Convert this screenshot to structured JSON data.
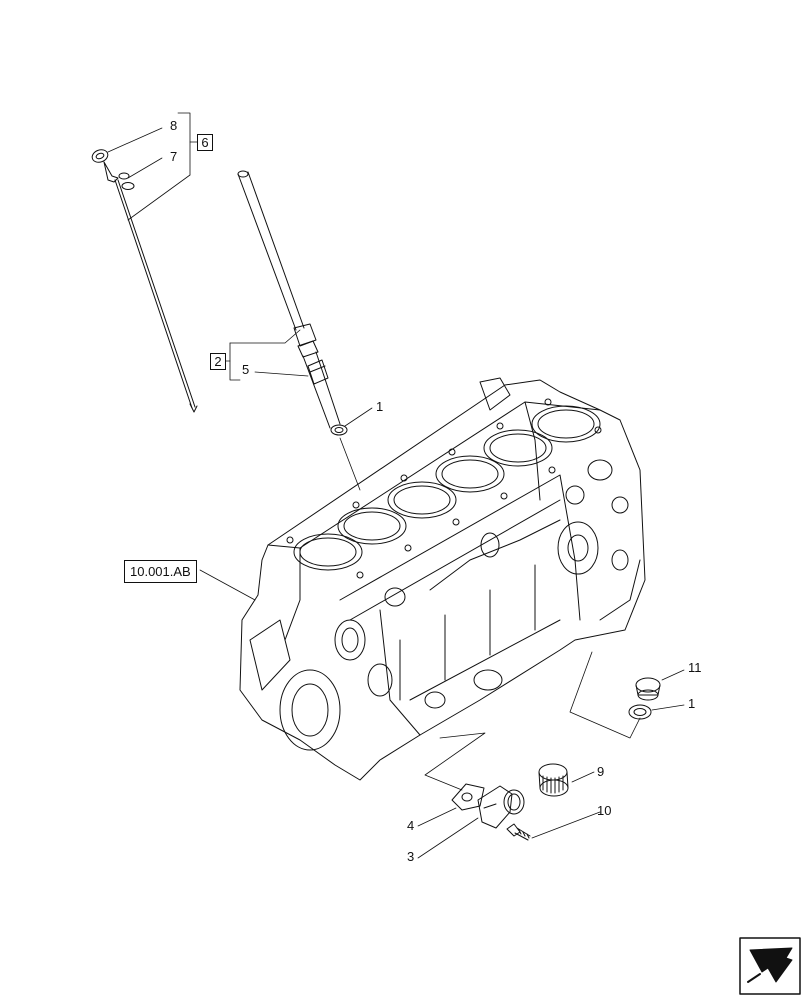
{
  "callouts": {
    "c8": "8",
    "c7": "7",
    "c6": "6",
    "c2": "2",
    "c5": "5",
    "c1_top": "1",
    "c11": "11",
    "c1_right": "1",
    "c9": "9",
    "c10": "10",
    "c4": "4",
    "c3": "3"
  },
  "reference": "10.001.AB",
  "nav_icon": "next-page-arrow-icon"
}
